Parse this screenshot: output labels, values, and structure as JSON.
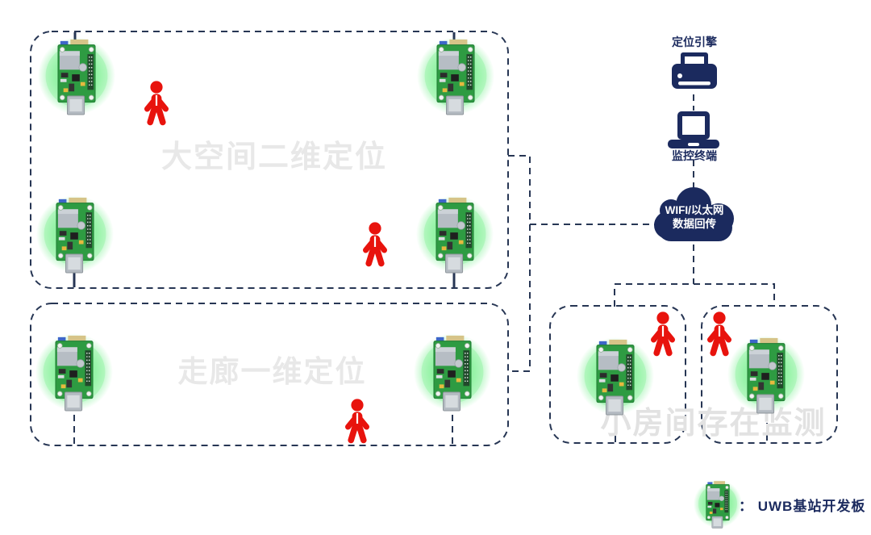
{
  "zones": {
    "large_area": {
      "label": "大空间二维定位",
      "anchor_count": 4,
      "person_count": 2
    },
    "corridor": {
      "label": "走廊一维定位",
      "anchor_count": 2,
      "person_count": 1
    },
    "small_rooms": {
      "label": "小房间存在监测",
      "room_count": 2,
      "anchor_count": 2,
      "person_count": 2
    }
  },
  "backend": {
    "engine_label": "定位引擎",
    "terminal_label": "监控终端",
    "cloud_label_line1": "WIFI/以太网",
    "cloud_label_line2": "数据回传"
  },
  "legend": {
    "label": "： UWB基站开发板"
  },
  "icons": {
    "uwb_board": "uwb-board-icon",
    "person": "person-icon",
    "printer": "printer-icon",
    "laptop": "laptop-icon",
    "cloud": "cloud-icon"
  },
  "colors": {
    "navy_icon": "#1b2a5e",
    "wire": "#273654",
    "person_red": "#e8130d",
    "pcb_green": "#2e9b42",
    "glow_green": "#8ef2a2",
    "zone_label_gray": "#e8e8e8",
    "background": "#ffffff"
  }
}
